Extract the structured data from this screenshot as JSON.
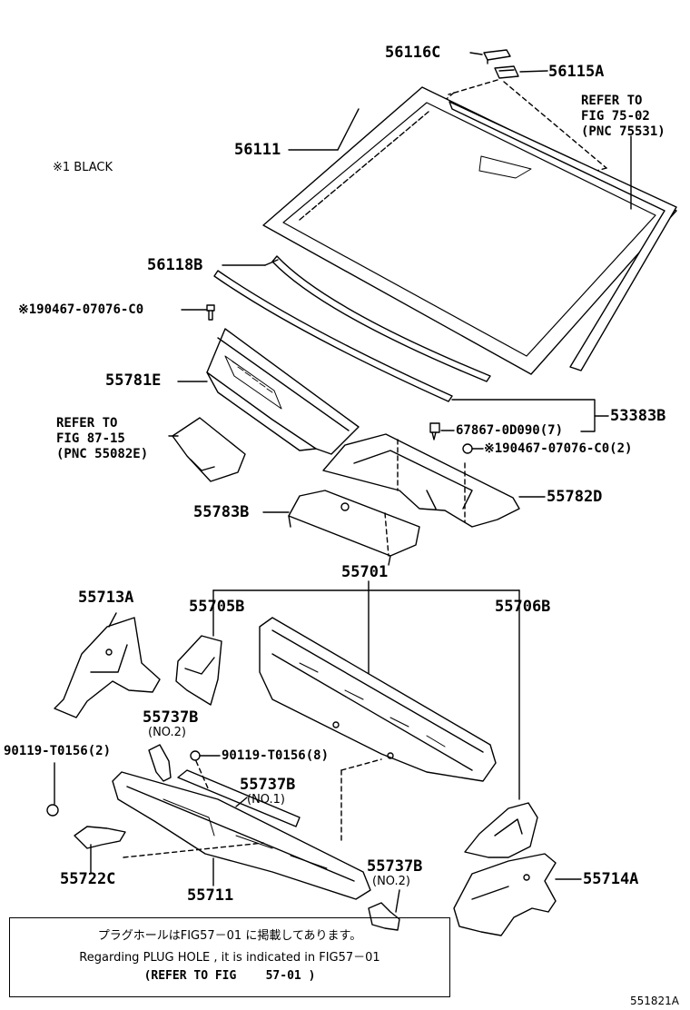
{
  "note_black": "※1 BLACK",
  "labels": {
    "p56116C": "56116C",
    "p56115A": "56115A",
    "refer_75_l1": "REFER TO",
    "refer_75_l2": "FIG 75-02",
    "refer_75_l3": "(PNC 75531)",
    "p56111": "56111",
    "p56118B": "56118B",
    "p190467_top": "※190467-07076-C0",
    "p55781E": "55781E",
    "refer_87_l1": "REFER TO",
    "refer_87_l2": "FIG 87-15",
    "refer_87_l3": "(PNC 55082E)",
    "p53383B": "53383B",
    "p67867": "67867-0D090(7)",
    "p190467_right": "※190467-07076-C0(2)",
    "p55782D": "55782D",
    "p55783B": "55783B",
    "p55701": "55701",
    "p55713A": "55713A",
    "p55705B": "55705B",
    "p55706B": "55706B",
    "p55737B_a": "55737B",
    "p55737B_a_sub": "(NO.2)",
    "p90119_left": "90119-T0156(2)",
    "p90119_mid": "90119-T0156(8)",
    "p55737B_b": "55737B",
    "p55737B_b_sub": "(NO.1)",
    "p55722C": "55722C",
    "p55711": "55711",
    "p55737B_c": "55737B",
    "p55737B_c_sub": "(NO.2)",
    "p55714A": "55714A"
  },
  "note": {
    "line_jp": "プラグホールはFIG57－01 に掲載してあります。",
    "line_en": "Regarding PLUG HOLE , it is indicated in FIG57－01",
    "line_ref_a": "(REFER TO FIG",
    "line_ref_b": "57-01 )"
  },
  "figure_id": "551821A"
}
